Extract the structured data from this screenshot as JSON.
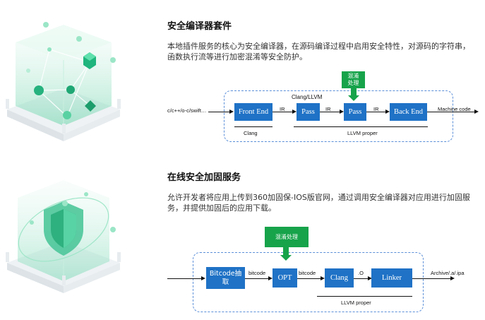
{
  "section1": {
    "title": "安全编译器套件",
    "description": "本地插件服务的核心为安全编译器，在源码编译过程中启用安全特性，对源码的字符串，函数执行流等进行加密混淆等安全防护。",
    "flow": {
      "input": "c/c++/o-c/swift…",
      "top_label": "Clang/LLVM",
      "green_tag": "混淆\n处理",
      "blocks": [
        "Front End",
        "Pass",
        "Pass",
        "Back End"
      ],
      "edges": [
        "IR",
        "IR",
        "IR"
      ],
      "output": "Machine code",
      "bottom_left": "Clang",
      "bottom_right": "LLVM proper"
    }
  },
  "section2": {
    "title": "在线安全加固服务",
    "description": "允许开发者将应用上传到360加固保-IOS版官网，通过调用安全编译器对应用进行加固服务，并提供加固后的应用下载。",
    "flow": {
      "green_tag": "混淆处理",
      "blocks": [
        "Bitcode抽\n取",
        "OPT",
        "Clang",
        "Linker"
      ],
      "edges": [
        "bitcode",
        "bitcode",
        ".O"
      ],
      "output": "Archive/.a/.ipa",
      "bottom_right": "LLVM proper"
    }
  },
  "colors": {
    "block_blue": "#1f72c6",
    "green": "#16a34a",
    "dash_border": "#5b8fd8",
    "illustration_teal": "#2fbf8f"
  }
}
